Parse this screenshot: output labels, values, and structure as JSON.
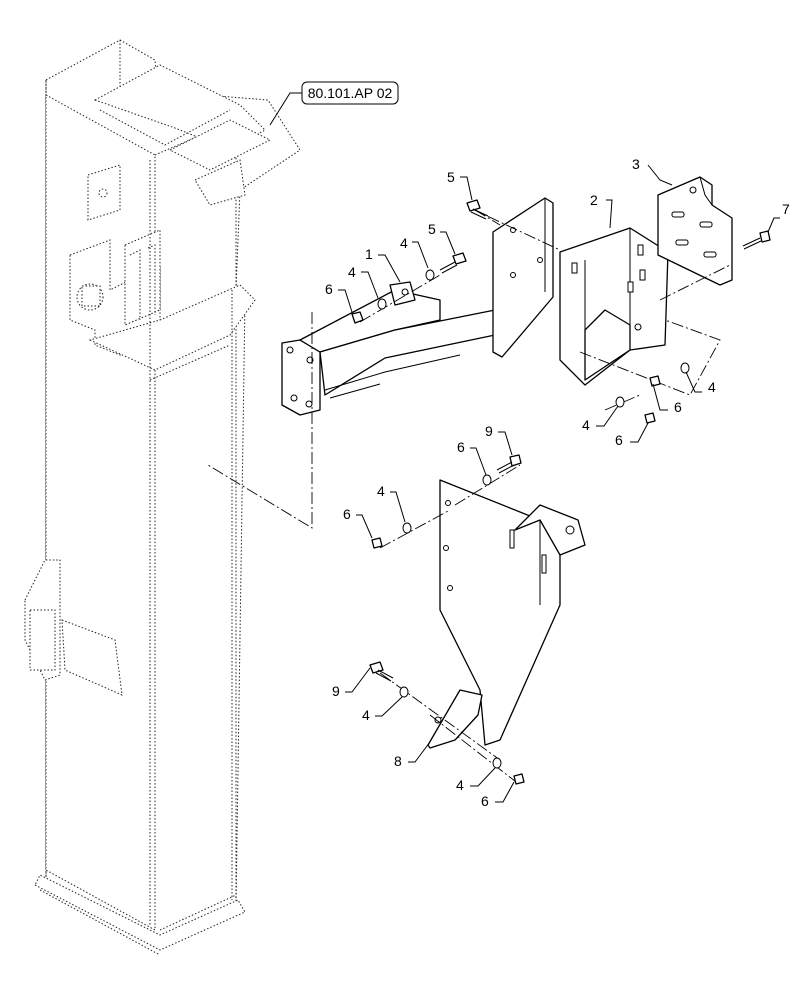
{
  "reference_callout": {
    "text": "80.101.AP 02"
  },
  "callouts": [
    {
      "id": "c1-5",
      "text": "5"
    },
    {
      "id": "c2-3",
      "text": "3"
    },
    {
      "id": "c3-2",
      "text": "2"
    },
    {
      "id": "c4-7",
      "text": "7"
    },
    {
      "id": "c5-4",
      "text": "4"
    },
    {
      "id": "c6-5",
      "text": "5"
    },
    {
      "id": "c7-1",
      "text": "1"
    },
    {
      "id": "c8-4",
      "text": "4"
    },
    {
      "id": "c9-6",
      "text": "6"
    },
    {
      "id": "c10-4",
      "text": "4"
    },
    {
      "id": "c11-6",
      "text": "6"
    },
    {
      "id": "c12-4",
      "text": "4"
    },
    {
      "id": "c13-6",
      "text": "6"
    },
    {
      "id": "c14-6",
      "text": "6"
    },
    {
      "id": "c15-9",
      "text": "9"
    },
    {
      "id": "c16-4",
      "text": "4"
    },
    {
      "id": "c17-6",
      "text": "6"
    },
    {
      "id": "c18-9",
      "text": "9"
    },
    {
      "id": "c19-4",
      "text": "4"
    },
    {
      "id": "c20-8",
      "text": "8"
    },
    {
      "id": "c21-4",
      "text": "4"
    },
    {
      "id": "c22-6",
      "text": "6"
    }
  ]
}
